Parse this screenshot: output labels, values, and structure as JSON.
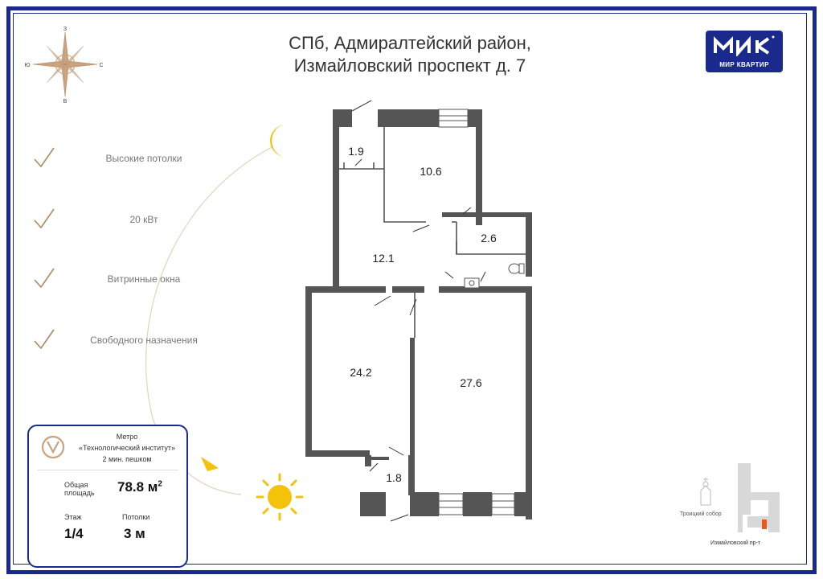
{
  "title": {
    "line1": "СПб, Адмиралтейский район,",
    "line2": "Измайловский проспект д. 7"
  },
  "logo": {
    "text": "МИР КВАРТИР",
    "icon": "mir-kvartir-logo-icon",
    "color": "#1a2a8c"
  },
  "compass": {
    "north": "З",
    "east": "С",
    "south": "В",
    "west": "Ю",
    "icon": "compass-rose-icon"
  },
  "features": [
    {
      "label": "Высокие потолки"
    },
    {
      "label": "20 кВт"
    },
    {
      "label": "Витринные окна"
    },
    {
      "label": "Свободного назначения"
    }
  ],
  "info": {
    "metro_title": "Метро",
    "metro_station": "«Технологический институт»",
    "metro_walk": "2 мин. пешком",
    "area_label_1": "Общая",
    "area_label_2": "площадь",
    "area_value": "78.8 м",
    "area_sup": "2",
    "floor_label": "Этаж",
    "floor_value": "1/4",
    "ceiling_label": "Потолки",
    "ceiling_value": "3 м"
  },
  "rooms": [
    {
      "id": "r1",
      "area": "1.9"
    },
    {
      "id": "r2",
      "area": "10.6"
    },
    {
      "id": "r3",
      "area": "2.6"
    },
    {
      "id": "r4",
      "area": "12.1"
    },
    {
      "id": "r5",
      "area": "24.2"
    },
    {
      "id": "r6",
      "area": "27.6"
    },
    {
      "id": "r7",
      "area": "1.8"
    }
  ],
  "location": {
    "landmark": "Троицкий собор",
    "street": "Измайловский пр-т",
    "marker_color": "#e85a1a"
  },
  "colors": {
    "accent": "#1a2a8c",
    "wall": "#555555",
    "compass": "#c9a27e",
    "sun": "#f5c20b"
  }
}
